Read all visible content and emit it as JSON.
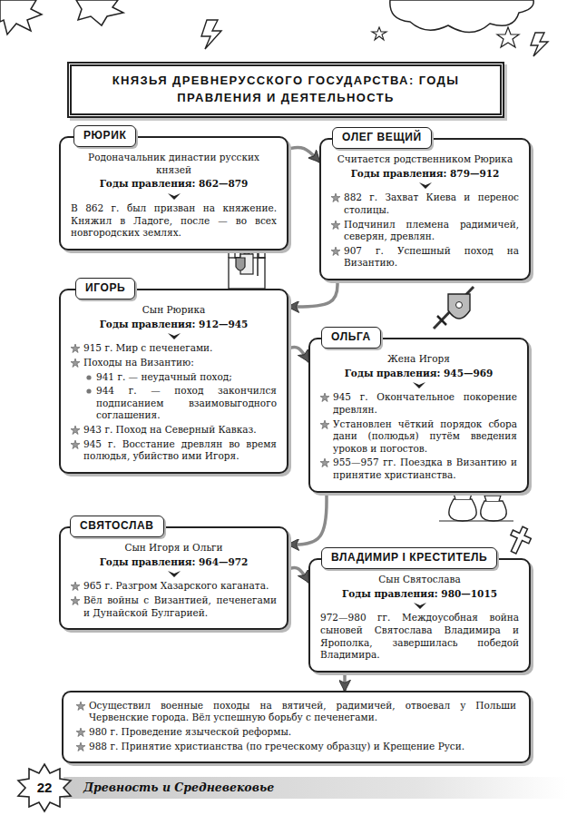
{
  "diagram": {
    "title": "КНЯЗЬЯ ДРЕВНЕРУССКОГО ГОСУДАРСТВА: ГОДЫ ПРАВЛЕНИЯ И ДЕЯТЕЛЬНОСТЬ",
    "nodes": [
      {
        "text": [
          "РЮРИК",
          "Родоначальник династии русских князей",
          "Годы правления: 862—879",
          "В 862 г. был призван на княжение. Княжил в Ладоге, после — во всех новгородских землях."
        ]
      },
      {
        "text": [
          "ОЛЕГ ВЕЩИЙ",
          "Считается родственником Рюрика",
          "Годы правления: 879—912",
          "882 г. Захват Киева и перенос столицы.",
          "Подчинил племена радимичей, северян, древлян.",
          "907 г. Успешный поход на Византию."
        ]
      },
      {
        "text": [
          "ИГОРЬ",
          "Сын Рюрика",
          "Годы правления: 912—945",
          "915 г. Мир с печенегами.",
          "Походы на Византию:",
          "941 г. — неудачный поход;",
          "944 г. — поход закончился подписанием взаимовыгодного соглашения.",
          "943 г. Поход на Северный Кавказ.",
          "945 г. Восстание древлян во время полюдья, убийство ими Игоря."
        ]
      },
      {
        "text": [
          "ОЛЬГА",
          "Жена Игоря",
          "Годы правления: 945—969",
          "945 г. Окончательное покорение древлян.",
          "Установлен чёткий порядок сбора дани (полюдья) путём введения уроков и погостов.",
          "955—957 гг. Поездка в Византию и принятие христианства."
        ]
      },
      {
        "text": [
          "СВЯТОСЛАВ",
          "Сын Игоря и Ольги",
          "Годы правления: 964—972",
          "965 г. Разгром Хазарского каганата.",
          "Вёл войны с Византией, печенегами и Дунайской Булгарией."
        ]
      },
      {
        "text": [
          "ВЛАДИМИР I КРЕСТИТЕЛЬ",
          "Сын Святослава",
          "Годы правления: 980—1015",
          "972—980 гг. Междоусобная война сыновей Святослава Владимира и Ярополка, завершилась победой Владимира."
        ]
      },
      {
        "text": [
          "Осуществил военные походы на вятичей, радимичей, отвоевал у Польши Червенские города. Вёл успешную борьбу с печенегами.",
          "980 г. Проведение языческой реформы.",
          "988 г. Принятие христианства (по греческому образцу) и Крещение Руси."
        ]
      }
    ],
    "edges": [
      {
        "from": 0,
        "to": 1,
        "arrow": "to"
      },
      {
        "from": 1,
        "to": 2,
        "arrow": "to"
      },
      {
        "from": 2,
        "to": 3,
        "arrow": "to"
      },
      {
        "from": 3,
        "to": 4,
        "arrow": "to"
      },
      {
        "from": 4,
        "to": 5,
        "arrow": "to"
      },
      {
        "from": 5,
        "to": 6,
        "arrow": "to"
      }
    ],
    "labels": [
      "22",
      "Древность и Средневековье"
    ]
  }
}
